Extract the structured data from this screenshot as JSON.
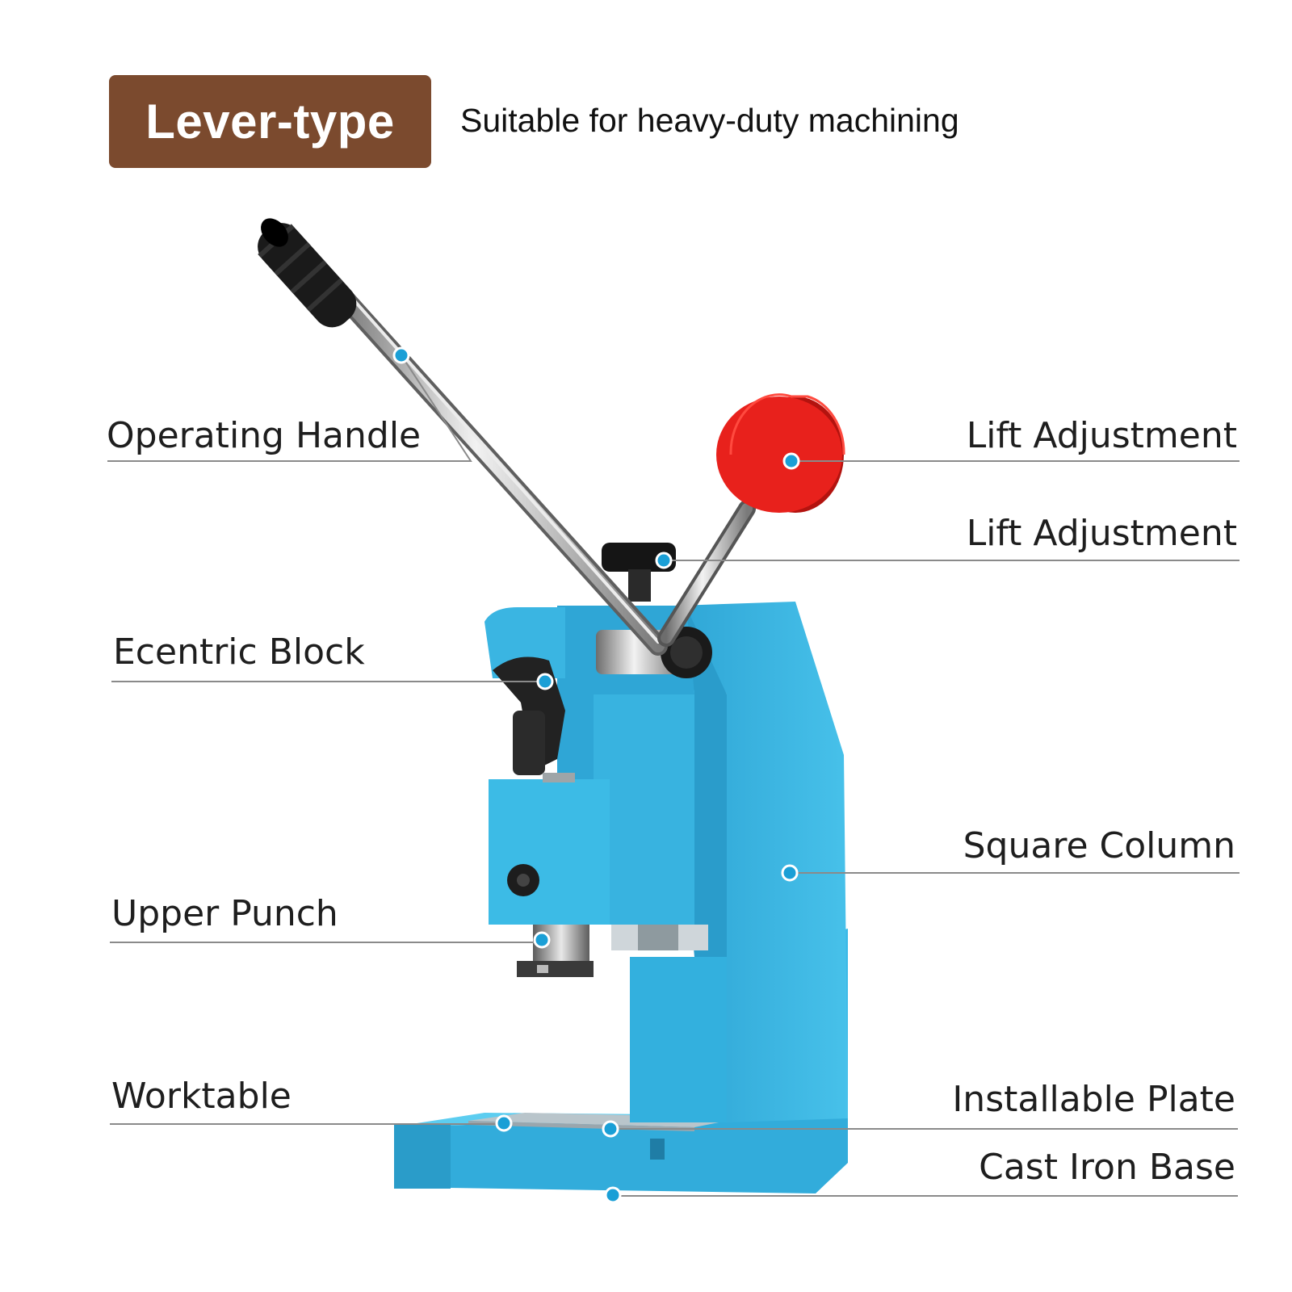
{
  "header": {
    "badge_label": "Lever-type",
    "subtitle": "Suitable for heavy-duty machining"
  },
  "colors": {
    "badge": "#7b4a2e",
    "machine_body": "#3bb8e3",
    "knob_red": "#e8211c",
    "callout_dot": "#1a9fd6",
    "leader_line": "#8a8a8a"
  },
  "callouts": {
    "operating_handle": "Operating Handle",
    "lift_adjustment_1": "Lift Adjustment",
    "lift_adjustment_2": "Lift Adjustment",
    "eccentric_block": "Ecentric Block",
    "square_column": "Square Column",
    "upper_punch": "Upper Punch",
    "worktable": "Worktable",
    "installable_plate": "Installable Plate",
    "cast_iron_base": "Cast Iron Base"
  }
}
